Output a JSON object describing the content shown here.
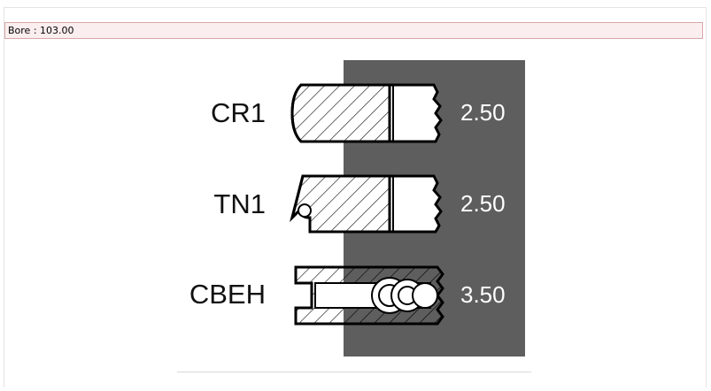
{
  "header": {
    "bore_text": "Bore : 103.00"
  },
  "rings": [
    {
      "code": "CR1",
      "value": "2.50"
    },
    {
      "code": "TN1",
      "value": "2.50"
    },
    {
      "code": "CBEH",
      "value": "3.50"
    }
  ],
  "colors": {
    "panel": "#5e5e5e",
    "bore_bar_bg": "#fbeeee",
    "bore_bar_border": "#d7a9a9"
  }
}
